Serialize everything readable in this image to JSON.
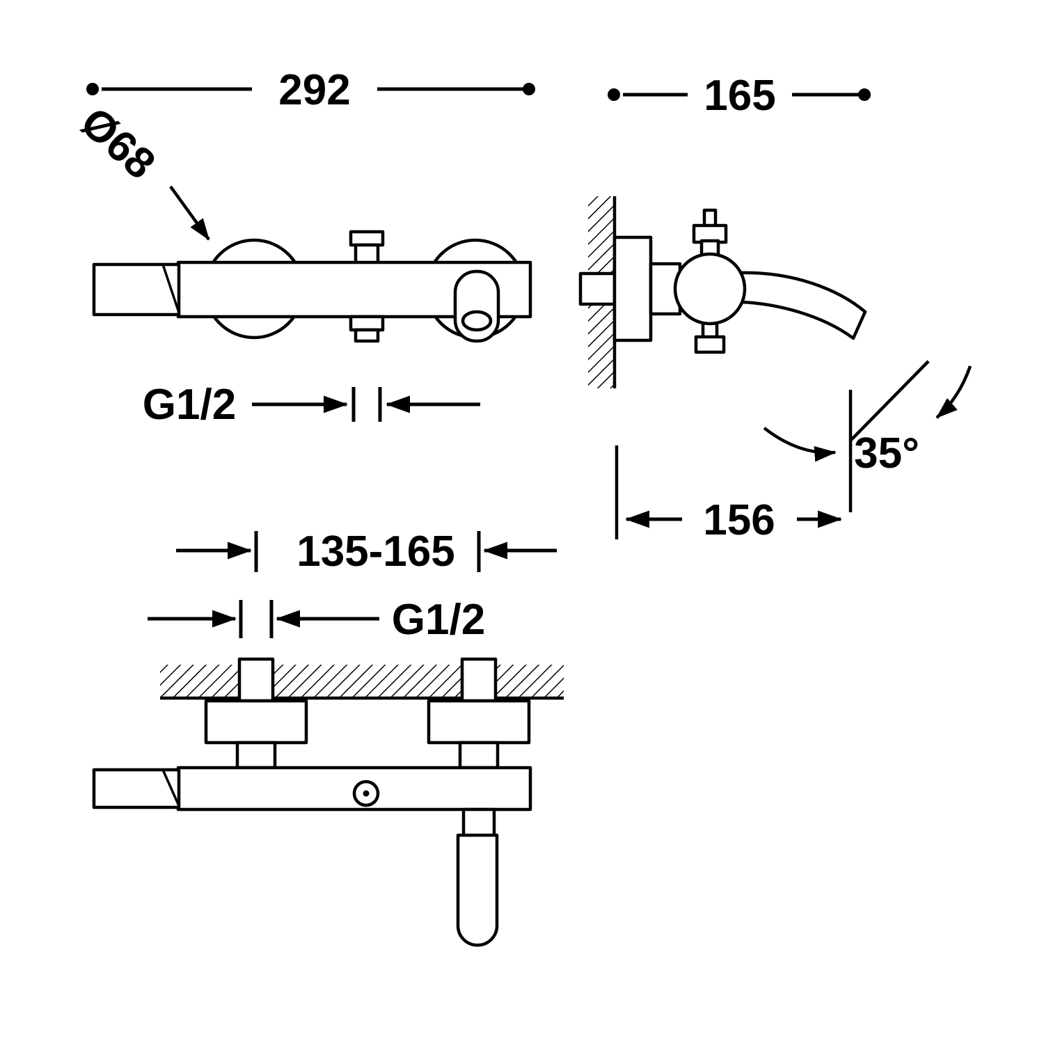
{
  "colors": {
    "background": "#ffffff",
    "line": "#000000"
  },
  "drawing": {
    "type": "technical-dimension-drawing",
    "subject": "wall-mounted bath shower mixer tap, three orthographic views"
  },
  "labels": {
    "overall_width": "292",
    "overall_depth": "165",
    "flange_diameter": "Ø68",
    "top_outlet_thread": "G1/2",
    "spout_angle": "35°",
    "spout_projection": "156",
    "inlet_centers": "135-165",
    "inlet_thread": "G1/2"
  }
}
